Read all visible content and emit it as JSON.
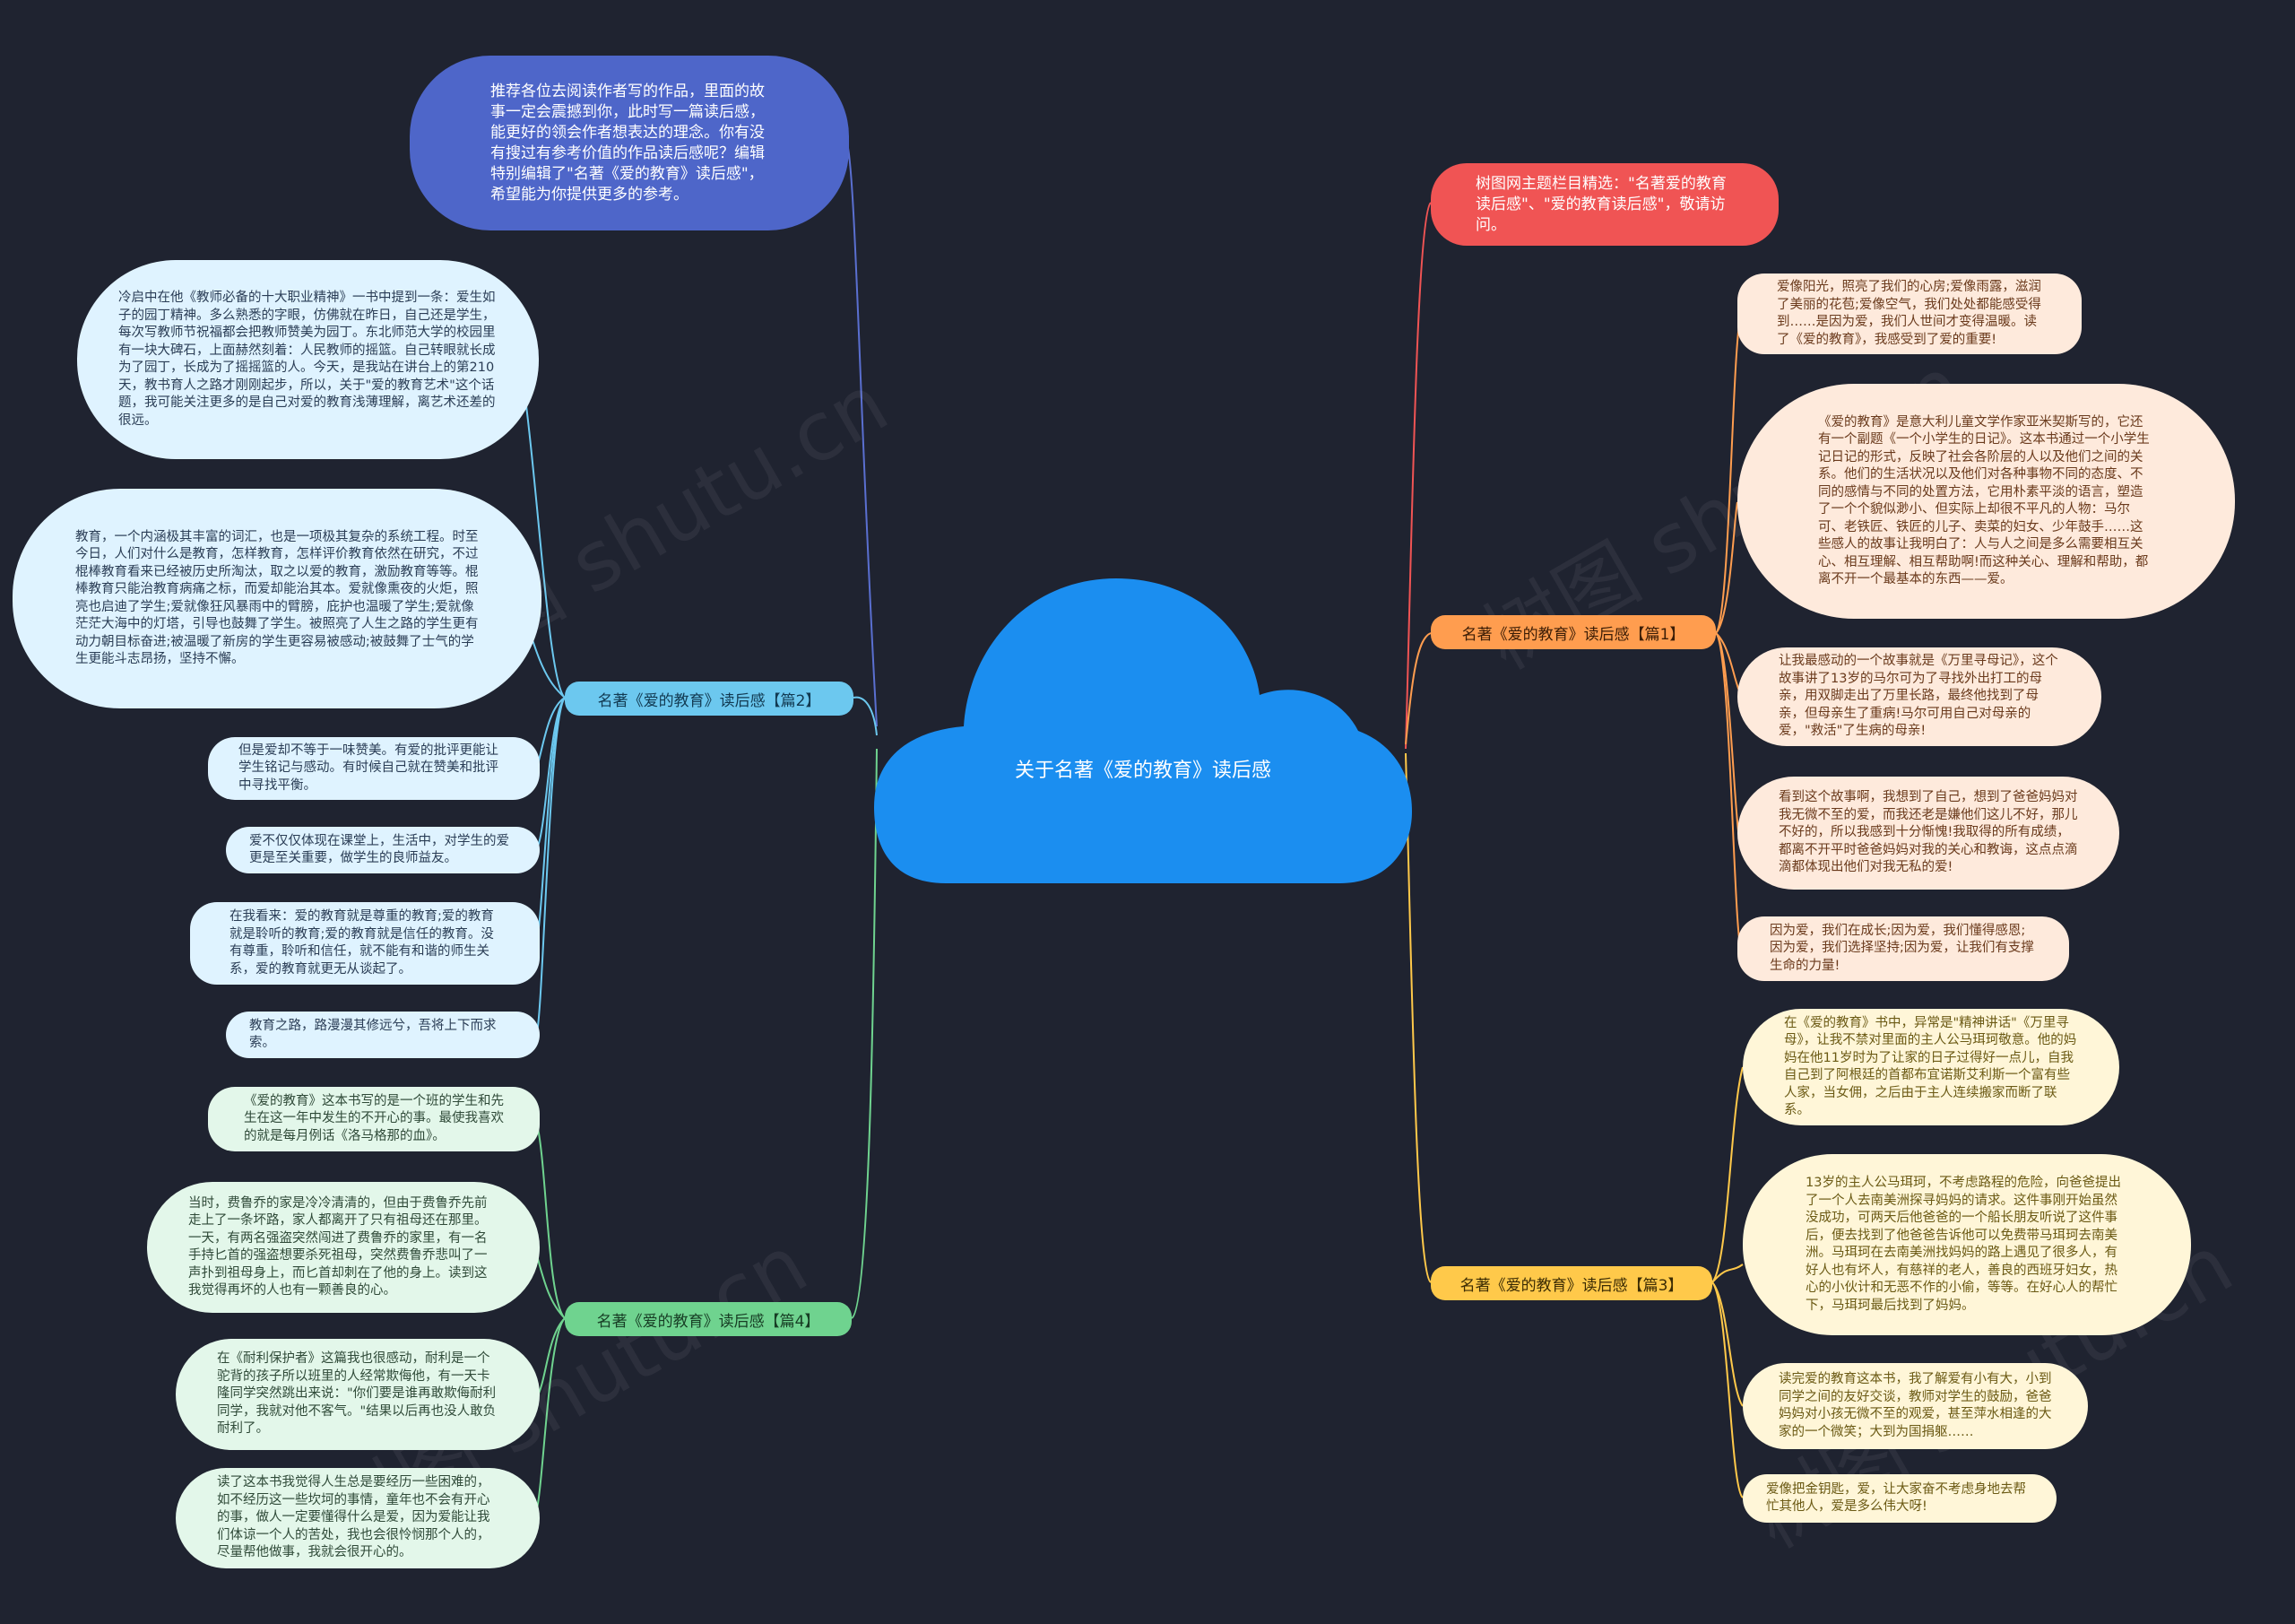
{
  "root": {
    "title": "关于名著《爱的教育》读后感"
  },
  "colors": {
    "background": "#1f2330",
    "root": "#1b8ef0",
    "indigo": "#4e66c9",
    "red": "#f05454",
    "blue": "#6cc8ef",
    "green": "#6fd38f",
    "orange": "#ff9d4f",
    "yellow": "#ffc94a"
  },
  "watermark": "树图 shutu.cn",
  "left": {
    "intro": "推荐各位去阅读作者写的作品，里面的故事一定会震撼到你，此时写一篇读后感，能更好的领会作者想表达的理念。你有没有搜过有参考价值的作品读后感呢？编辑特别编辑了\"名著《爱的教育》读后感\"，希望能为你提供更多的参考。",
    "branch2": {
      "label": "名著《爱的教育》读后感【篇2】",
      "leaves": [
        "冷启中在他《教师必备的十大职业精神》一书中提到一条：爱生如子的园丁精神。多么熟悉的字眼，仿佛就在昨日，自己还是学生，每次写教师节祝福都会把教师赞美为园丁。东北师范大学的校园里有一块大碑石，上面赫然刻着：人民教师的摇篮。自己转眼就长成为了园丁，长成为了摇摇篮的人。今天，是我站在讲台上的第210天，教书育人之路才刚刚起步，所以，关于\"爱的教育艺术\"这个话题，我可能关注更多的是自己对爱的教育浅薄理解，离艺术还差的很远。",
        "教育，一个内涵极其丰富的词汇，也是一项极其复杂的系统工程。时至今日，人们对什么是教育，怎样教育，怎样评价教育依然在研究，不过棍棒教育看来已经被历史所淘汰，取之以爱的教育，激励教育等等。棍棒教育只能治教育病痛之标，而爱却能治其本。爱就像熏夜的火炬，照亮也启迪了学生;爱就像狂风暴雨中的臂膀，庇护也温暖了学生;爱就像茫茫大海中的灯塔，引导也鼓舞了学生。被照亮了人生之路的学生更有动力朝目标奋进;被温暖了新房的学生更容易被感动;被鼓舞了士气的学生更能斗志昂扬，坚持不懈。",
        "但是爱却不等于一味赞美。有爱的批评更能让学生铭记与感动。有时候自己就在赞美和批评中寻找平衡。",
        "爱不仅仅体现在课堂上，生活中，对学生的爱更是至关重要，做学生的良师益友。",
        "在我看来：爱的教育就是尊重的教育;爱的教育就是聆听的教育;爱的教育就是信任的教育。没有尊重，聆听和信任，就不能有和谐的师生关系，爱的教育就更无从谈起了。",
        "教育之路，路漫漫其修远兮，吾将上下而求索。"
      ]
    },
    "branch4": {
      "label": "名著《爱的教育》读后感【篇4】",
      "leaves": [
        "《爱的教育》这本书写的是一个班的学生和先生在这一年中发生的不开心的事。最使我喜欢的就是每月例话《洛马格那的血》。",
        "当时，费鲁乔的家是冷冷清清的，但由于费鲁乔先前走上了一条坏路，家人都离开了只有祖母还在那里。一天，有两名强盗突然闯进了费鲁乔的家里，有一名手持匕首的强盗想要杀死祖母，突然费鲁乔悲叫了一声扑到祖母身上，而匕首却刺在了他的身上。读到这我觉得再坏的人也有一颗善良的心。",
        "在《耐利保护者》这篇我也很感动，耐利是一个驼背的孩子所以班里的人经常欺侮他，有一天卡隆同学突然跳出来说：\"你们要是谁再敢欺侮耐利同学，我就对他不客气。\"结果以后再也没人敢负耐利了。",
        "读了这本书我觉得人生总是要经历一些困难的，如不经历这一些坎坷的事情，童年也不会有开心的事，做人一定要懂得什么是爱，因为爱能让我们体谅一个人的苦处，我也会很怜悯那个人的，尽量帮他做事，我就会很开心的。"
      ]
    }
  },
  "right": {
    "intro": "树图网主题栏目精选：\"名著爱的教育读后感\"、\"爱的教育读后感\"，敬请访问。",
    "branch1": {
      "label": "名著《爱的教育》读后感【篇1】",
      "leaves": [
        "爱像阳光，照亮了我们的心房;爱像雨露，滋润了美丽的花苞;爱像空气，我们处处都能感受得到……是因为爱，我们人世间才变得温暖。读了《爱的教育》，我感受到了爱的重要!",
        "《爱的教育》是意大利儿童文学作家亚米契斯写的，它还有一个副题《一个小学生的日记》。这本书通过一个小学生记日记的形式，反映了社会各阶层的人以及他们之间的关系。他们的生活状况以及他们对各种事物不同的态度、不同的感情与不同的处置方法，它用朴素平淡的语言，塑造了一个个貌似渺小、但实际上却很不平凡的人物：马尔可、老铁匠、铁匠的儿子、卖菜的妇女、少年鼓手……这些感人的故事让我明白了：人与人之间是多么需要相互关心、相互理解、相互帮助啊!而这种关心、理解和帮助，都离不开一个最基本的东西——爱。",
        "让我最感动的一个故事就是《万里寻母记》，这个故事讲了13岁的马尔可为了寻找外出打工的母亲，用双脚走出了万里长路，最终他找到了母亲，但母亲生了重病!马尔可用自己对母亲的爱，\"救活\"了生病的母亲!",
        "看到这个故事啊，我想到了自己，想到了爸爸妈妈对我无微不至的爱，而我还老是嫌他们这儿不好，那儿不好的，所以我感到十分惭愧!我取得的所有成绩，都离不开平时爸爸妈妈对我的关心和教诲，这点点滴滴都体现出他们对我无私的爱!",
        "因为爱，我们在成长;因为爱，我们懂得感恩;因为爱，我们选择坚持;因为爱，让我们有支撑生命的力量!"
      ]
    },
    "branch3": {
      "label": "名著《爱的教育》读后感【篇3】",
      "leaves": [
        "在《爱的教育》书中，异常是\"精神讲话\"《万里寻母》，让我不禁对里面的主人公马珥珂敬意。他的妈妈在他11岁时为了让家的日子过得好一点儿，自我自己到了阿根廷的首都布宜诺斯艾利斯一个富有些人家，当女佣，之后由于主人连续搬家而断了联系。",
        "13岁的主人公马珥珂，不考虑路程的危险，向爸爸提出了一个人去南美洲探寻妈妈的请求。这件事刚开始虽然没成功，可两天后他爸爸的一个船长朋友听说了这件事后，便去找到了他爸爸告诉他可以免费带马珥珂去南美洲。马珥珂在去南美洲找妈妈的路上遇见了很多人，有好人也有坏人，有慈祥的老人，善良的西班牙妇女，热心的小伙计和无恶不作的小偷，等等。在好心人的帮忙下，马珥珂最后找到了妈妈。",
        "读完爱的教育这本书，我了解爱有小有大，小到同学之间的友好交谈，教师对学生的鼓励，爸爸妈妈对小孩无微不至的观爱，甚至萍水相逢的大家的一个微笑；大到为国捐躯……",
        "爱像把金钥匙，爱，让大家奋不考虑身地去帮忙其他人，爱是多么伟大呀!"
      ]
    }
  }
}
